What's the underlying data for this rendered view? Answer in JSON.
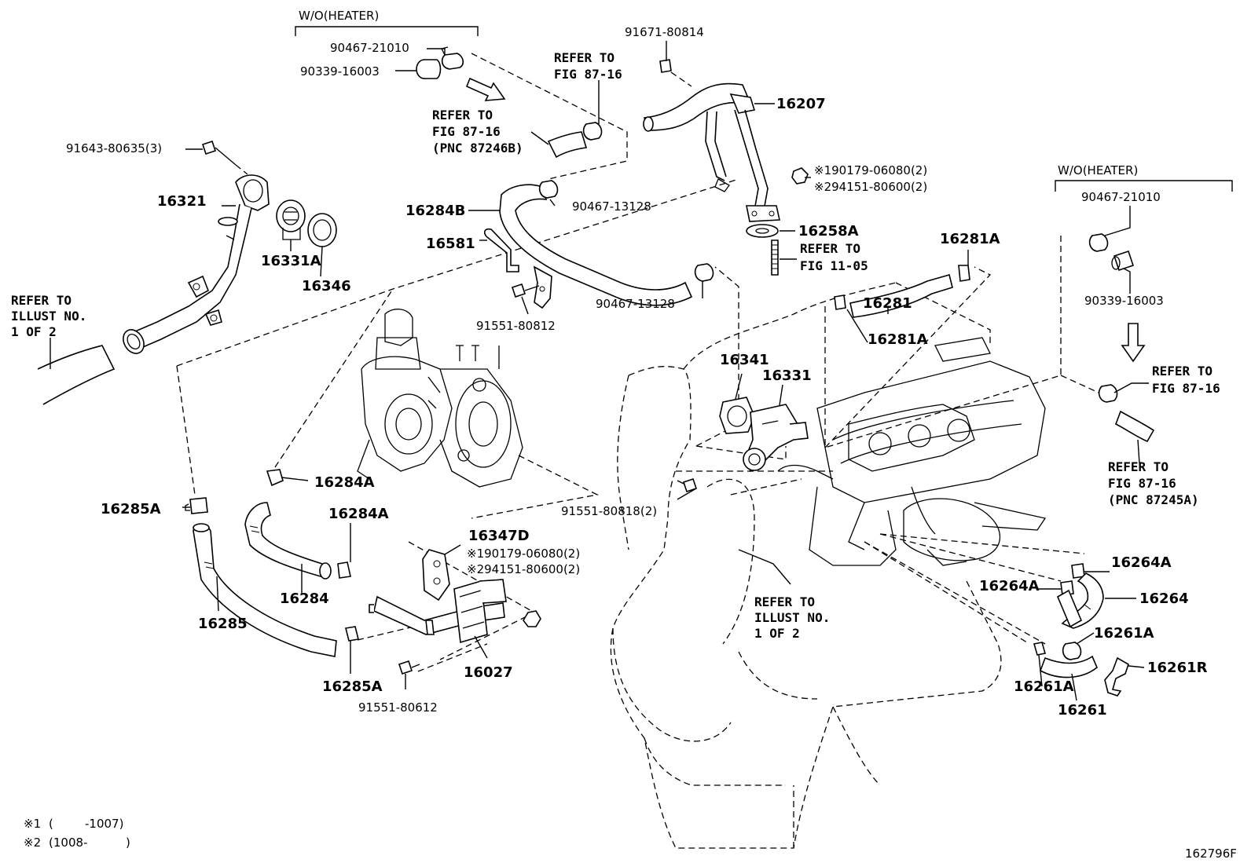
{
  "headers": {
    "wo_heater_left": "W/O(HEATER)",
    "wo_heater_right": "W/O(HEATER)"
  },
  "refs": {
    "r_fig87_16_top_a": "REFER TO",
    "r_fig87_16_top_b": "FIG 87-16",
    "r_fig87_16_pnc_a": "REFER TO",
    "r_fig87_16_pnc_b": "FIG 87-16",
    "r_fig87_16_pnc_c": "(PNC 87246B)",
    "r_illust_left_a": "REFER TO",
    "r_illust_left_b": "ILLUST NO.",
    "r_illust_left_c": "1 OF 2",
    "r_fig11_a": "REFER TO",
    "r_fig11_b": "FIG 11-05",
    "r_fig87_right_a": "REFER TO",
    "r_fig87_right_b": "FIG 87-16",
    "r_fig87_right2_a": "REFER TO",
    "r_fig87_right2_b": "FIG 87-16",
    "r_fig87_right2_c": "(PNC 87245A)",
    "r_illust_center_a": "REFER TO",
    "r_illust_center_b": "ILLUST NO.",
    "r_illust_center_c": "1 OF 2"
  },
  "parts": {
    "p_90467_21010_l": "90467-21010",
    "p_90339_16003_l": "90339-16003",
    "p_91671_80814": "91671-80814",
    "p_16207": "16207",
    "p_91643_80635": "91643-80635(3)",
    "p_16321": "16321",
    "p_16331A": "16331A",
    "p_16346": "16346",
    "p_16284B": "16284B",
    "p_90467_13128_a": "90467-13128",
    "p_190179": "※190179-06080(2)",
    "p_294151": "※294151-80600(2)",
    "p_16258A": "16258A",
    "p_16581": "16581",
    "p_16281A_a": "16281A",
    "p_16281": "16281",
    "p_16281A_b": "16281A",
    "p_90467_13128_b": "90467-13128",
    "p_91551_80812": "91551-80812",
    "p_16341": "16341",
    "p_16331": "16331",
    "p_90467_21010_r": "90467-21010",
    "p_90339_16003_r": "90339-16003",
    "p_16284A_a": "16284A",
    "p_16285A_a": "16285A",
    "p_16284A_b": "16284A",
    "p_91551_80818": "91551-80818(2)",
    "p_16347D": "16347D",
    "p_190179_b": "※190179-06080(2)",
    "p_294151_b": "※294151-80600(2)",
    "p_16284": "16284",
    "p_16285": "16285",
    "p_16264A_a": "16264A",
    "p_16264A_b": "16264A",
    "p_16264": "16264",
    "p_16261A_a": "16261A",
    "p_16261R": "16261R",
    "p_16261A_b": "16261A",
    "p_16261": "16261",
    "p_16285A_b": "16285A",
    "p_16027": "16027",
    "p_91551_80612": "91551-80612"
  },
  "notes": {
    "n1_mark": "※1",
    "n1_from": "(",
    "n1_to": "-1007)",
    "n2_mark": "※2",
    "n2_from": "(1008-",
    "n2_to": ")"
  },
  "figure_id": "162796F"
}
